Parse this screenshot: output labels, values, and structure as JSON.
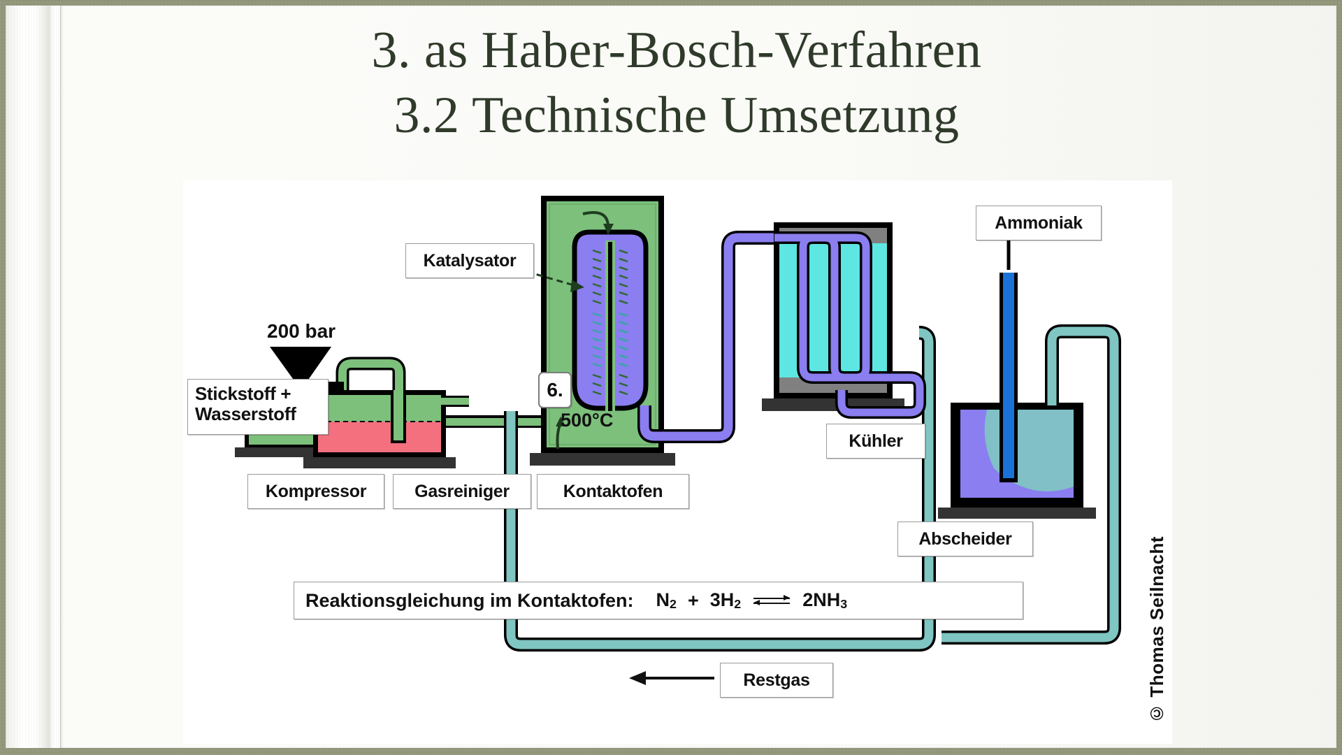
{
  "slide": {
    "title_line1": "3. as Haber-Bosch-Verfahren",
    "title_line2": "3.2 Technische Umsetzung",
    "title_color": "#2f3a2a",
    "background_color": "#8e9474",
    "paper_color": "#fafaf7"
  },
  "diagram": {
    "background_color": "#ffffff",
    "copyright": "© Thomas Seilnacht",
    "step_marker": "6.",
    "temperature": "500°C",
    "pressure": "200 bar",
    "labels": {
      "feed": "Stickstoff +\nWasserstoff",
      "feed_line1": "Stickstoff +",
      "feed_line2": "Wasserstoff",
      "catalyst": "Katalysator",
      "ammonia": "Ammoniak",
      "cooler": "Kühler",
      "compressor": "Kompressor",
      "gas_cleaner": "Gasreiniger",
      "contact_furnace": "Kontaktofen",
      "separator": "Abscheider",
      "residual_gas": "Restgas"
    },
    "equation": {
      "caption": "Reaktionsgleichung im Kontaktofen:",
      "reactant_1": "N",
      "reactant_1_sub": "2",
      "plus": "+",
      "reactant_2_coeff": "3",
      "reactant_2": "H",
      "reactant_2_sub": "2",
      "arrow": "equilibrium-arrow",
      "product_coeff": "2",
      "product": "NH",
      "product_sub": "3",
      "full_text": "Reaktionsgleichung im Kontaktofen:  N2 + 3H2 ⇌ 2NH3"
    },
    "colors": {
      "gas_green": "#7cc07c",
      "liquid_red": "#f4707f",
      "gas_purple": "#8a7ef0",
      "coolant_cyan": "#5de6e2",
      "residual_teal": "#7fc5c2",
      "metal_grey": "#808080",
      "ammonia_blue": "#1a72d8",
      "outline_black": "#000000"
    },
    "icons": [
      "funnel-icon",
      "inlet-arrow-icon",
      "ammonia-up-arrow-icon",
      "restgas-left-arrow-icon",
      "catalyst-pointer-icon",
      "flow-curve-arrow-icon"
    ]
  }
}
